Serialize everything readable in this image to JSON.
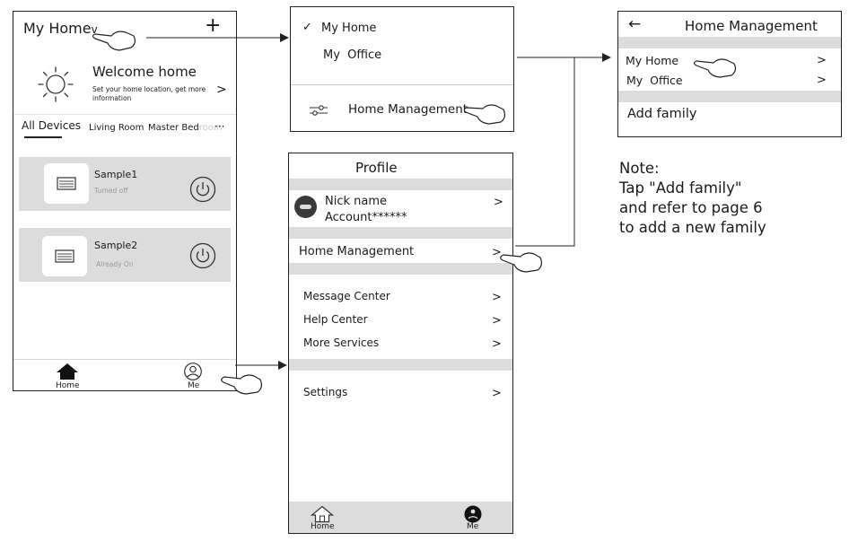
{
  "screen1": {
    "home_title": "My Home",
    "home_chevron": "v",
    "add": "+",
    "welcome_title": "Welcome home",
    "welcome_sub": "Set your home location, get more information",
    "welcome_chevron": ">",
    "tabs": [
      "All Devices",
      "Living Room",
      "Master Bed",
      "room",
      "···"
    ],
    "devices": [
      {
        "name": "Sample1",
        "status": "Turned off"
      },
      {
        "name": "Sample2",
        "status": "Already On"
      }
    ],
    "nav": {
      "home": "Home",
      "me": "Me"
    }
  },
  "dropdown": {
    "check": "✓",
    "items": [
      "My Home",
      "My  Office"
    ],
    "manage": "Home Management"
  },
  "profile": {
    "title": "Profile",
    "nick": "Nick name",
    "account": "Account******",
    "home_mgmt": "Home Management",
    "items": [
      "Message Center",
      "Help Center",
      "More Services"
    ],
    "settings": "Settings",
    "chevron": ">",
    "nav": {
      "home": "Home",
      "me": "Me"
    }
  },
  "management": {
    "back": "←",
    "title": "Home Management",
    "homes": [
      "My Home",
      "My  Office"
    ],
    "chevron": ">",
    "add_family": "Add family"
  },
  "note": {
    "lines": [
      "Note:",
      "Tap \"Add family\"",
      "and refer to page 6",
      "to add a new family"
    ]
  },
  "colors": {
    "panel_gray": "#dcdcdc",
    "line": "#222222",
    "subtext": "#9a9a9a"
  }
}
